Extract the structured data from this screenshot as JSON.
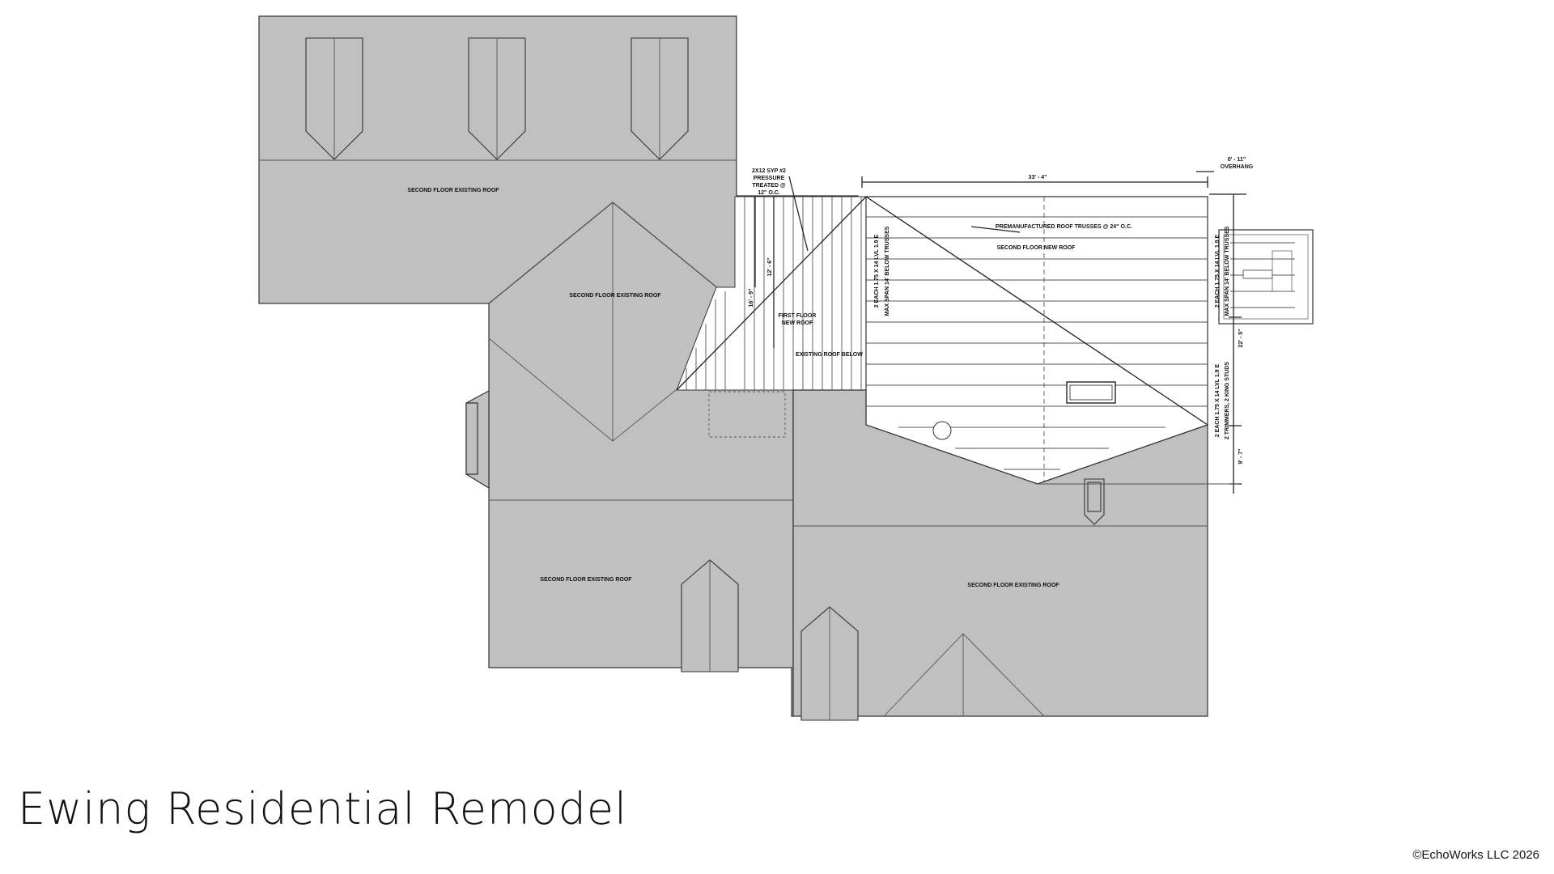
{
  "title": "Ewing Residential Remodel",
  "copyright": "©EchoWorks LLC 2026",
  "labels": {
    "second_floor_existing_roof": "SECOND FLOOR EXISTING ROOF",
    "second_floor_new_roof": "SECOND FLOOR NEW ROOF",
    "first_floor_new_roof_l1": "FIRST FLOOR",
    "first_floor_new_roof_l2": "NEW ROOF",
    "existing_roof_below": "EXISTING ROOF BELOW",
    "trusses": "PREMANUFACTURED ROOF TRUSSES @ 24\" O.C.",
    "syp_l1": "2X12 SYP #2",
    "syp_l2": "PRESSURE",
    "syp_l3": "TREATED @",
    "syp_l4": "12\" O.C.",
    "overhang_l1": "0' - 11\"",
    "overhang_l2": "OVERHANG",
    "lvl_left_l1": "2 EACH 1.75 X 14 LVL 1.9 E",
    "lvl_left_l2": "MAX SPAN 14' BELOW TRUSSES",
    "lvl_right_l1": "2 EACH 1.75 X 14 LVL 1.9 E",
    "lvl_right_l2": "MAX SPAN 14' BELOW TRUSSES",
    "lvl_right_low_l1": "2 EACH 1.75 X 14 LVL 1.9 E",
    "lvl_right_low_l2": "2 TRIMMERS, 2 KING STUDS"
  },
  "dimensions": {
    "width_top": "33' - 4\"",
    "d_16_9": "16' - 9\"",
    "d_12_6": "12' - 6\"",
    "d_22_5": "22' - 5\"",
    "d_9_7": "9' - 7\""
  }
}
